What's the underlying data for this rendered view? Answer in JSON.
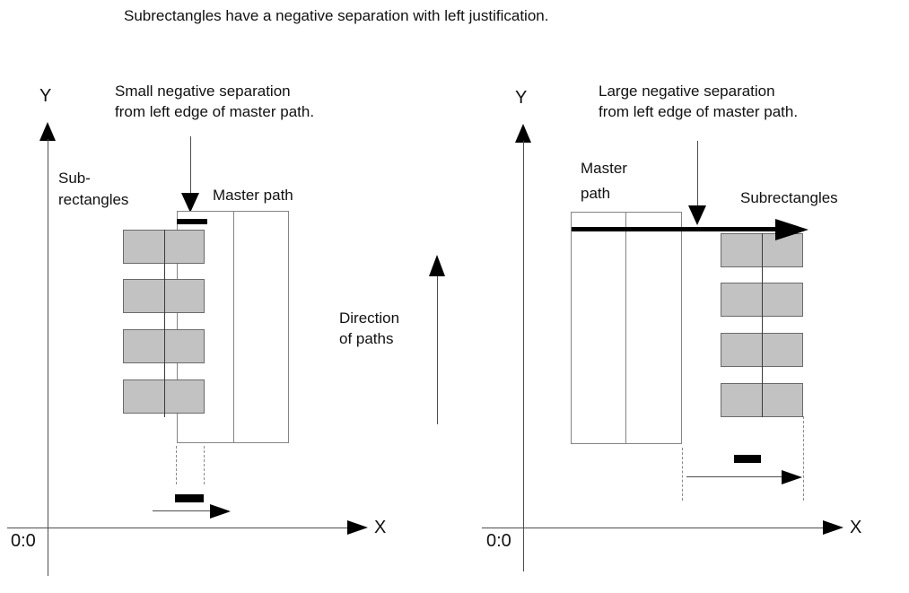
{
  "title": "Subrectangles have a negative separation with left justification.",
  "left_diagram": {
    "y_axis_label": "Y",
    "x_axis_label": "X",
    "origin_label": "0:0",
    "annotation": {
      "line1": "Small negative separation",
      "line2": "from left edge of master path."
    },
    "subrectangles_label": {
      "line1": "Sub-",
      "line2": "rectangles"
    },
    "master_path_label": "Master path",
    "subrectangle_count": 4
  },
  "direction_annotation": {
    "line1": "Direction",
    "line2": "of paths"
  },
  "right_diagram": {
    "y_axis_label": "Y",
    "x_axis_label": "X",
    "origin_label": "0:0",
    "annotation": {
      "line1": "Large negative separation",
      "line2": "from left edge of master path."
    },
    "master_path_label": {
      "line1": "Master",
      "line2": "path"
    },
    "subrectangles_label": "Subrectangles",
    "subrectangle_count": 4
  },
  "colors": {
    "text": "#111111",
    "axis_line": "#4d4d4d",
    "dashed_guide": "#8a8a8a",
    "master_path_border": "#848484",
    "subrectangle_fill": "#c2c2c2",
    "subrectangle_border": "#6a6a6a",
    "arrow_black": "#000000"
  }
}
